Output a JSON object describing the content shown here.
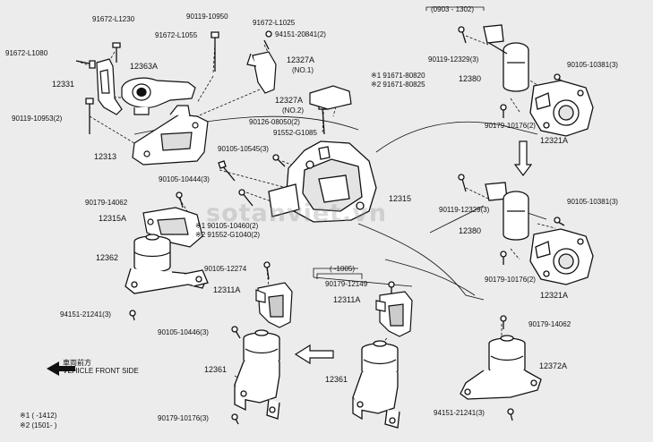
{
  "watermark": "sotanviet.vn",
  "front": {
    "jp": "車両前方",
    "en": "VEHICLE FRONT SIDE"
  },
  "footnotes": [
    "※1 (      -1412)",
    "※2 (1501-      )"
  ],
  "labels": {
    "p1": "91672-L1230",
    "p2": "91672-L1080",
    "p3": "12363A",
    "p4": "12331",
    "p5": "90119-10953(2)",
    "p6": "90119-10950",
    "p7": "91672-L1055",
    "p8": "91672-L1025",
    "p9": "94151-20841(2)",
    "p10": "12327A",
    "p10b": "(NO.1)",
    "p11": "※1 91671-80820",
    "p12": "※2 91671-80825",
    "p13": "12327A",
    "p13b": "(NO.2)",
    "p14": "90126-08050(2)",
    "p15": "91552-G1085",
    "p16": "12313",
    "p17": "90105-10545(3)",
    "p18": "90105-10444(3)",
    "p19": "12315",
    "p20": "90179-14062",
    "p21": "12315A",
    "p22": "※1 90105-10460(2)",
    "p23": "※2 91552-G1040(2)",
    "p24": "12362",
    "p25": "90105-12274",
    "p26": "12311A",
    "p27": "94151-21241(3)",
    "p28": "90105-10446(3)",
    "p29": "12361",
    "p30": "90179-10176(3)",
    "p31": "( -1005)",
    "p32": "90179-12149",
    "p33": "12311A",
    "p34": "12361",
    "p35": "(0903 - 1302)",
    "p36": "90119-12329(3)",
    "p37": "90105-10381(3)",
    "p38": "12380",
    "p39": "90179-10176(2)",
    "p40": "12321A",
    "p41": "90119-12329(3)",
    "p42": "90105-10381(3)",
    "p43": "12380",
    "p44": "90179-10176(2)",
    "p45": "12321A",
    "p46": "90179-14062",
    "p47": "12372A",
    "p48": "94151-21241(3)"
  }
}
